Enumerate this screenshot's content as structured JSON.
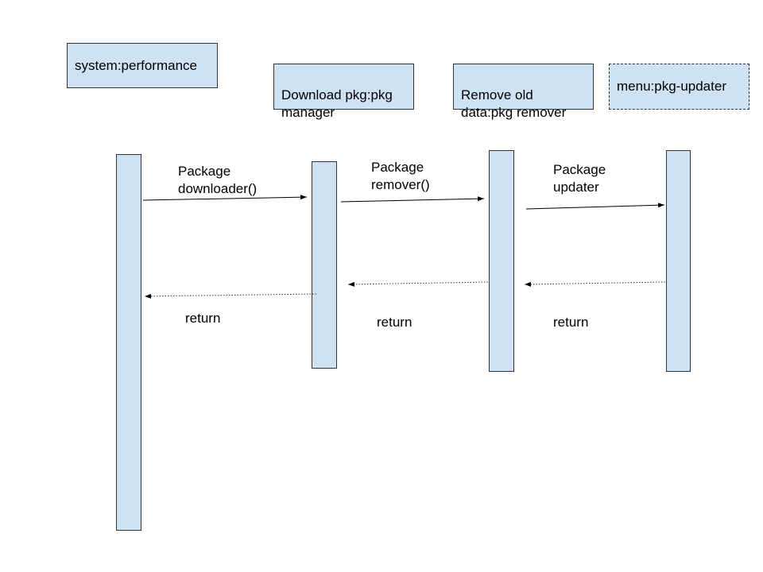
{
  "participants": [
    {
      "label": "system:performance"
    },
    {
      "label": "Download pkg:pkg\nmanager"
    },
    {
      "label": "Remove old\ndata:pkg remover"
    },
    {
      "label": "menu:pkg-updater"
    }
  ],
  "messages": [
    {
      "label": "Package\ndownloader()"
    },
    {
      "label": "Package\nremover()"
    },
    {
      "label": "Package\nupdater"
    }
  ],
  "returns": [
    {
      "label": "return"
    },
    {
      "label": "return"
    },
    {
      "label": "return"
    }
  ],
  "colors": {
    "fill": "#cfe2f3",
    "stroke": "#333333"
  }
}
